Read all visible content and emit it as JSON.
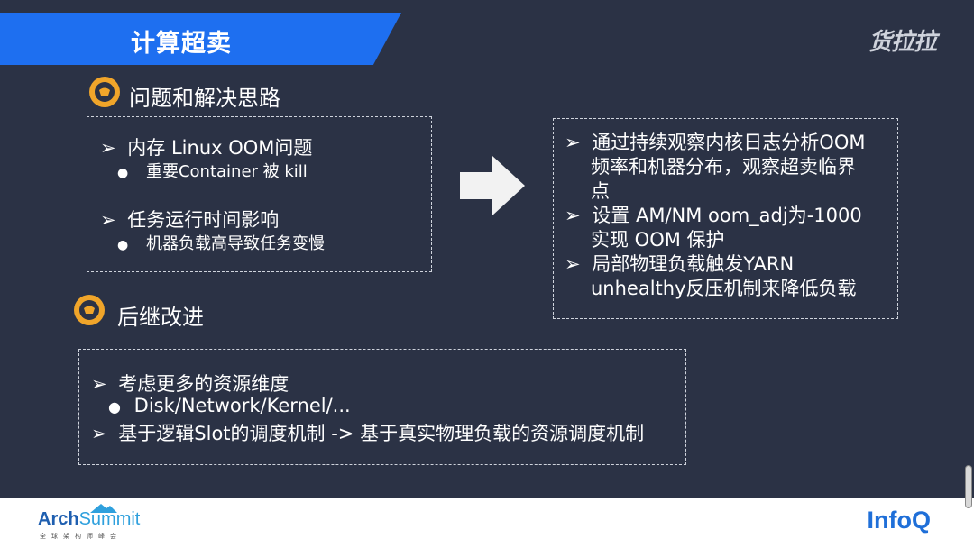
{
  "slide": {
    "title": "计算超卖",
    "top_logo": "货拉拉",
    "bullet": "➢",
    "dot": "●",
    "section1": {
      "title": "问题和解决思路",
      "left_box": [
        {
          "level": 1,
          "text": "内存 Linux OOM问题"
        },
        {
          "level": 2,
          "text": "重要Container 被 kill"
        },
        {
          "level": 1,
          "text": "任务运行时间影响"
        },
        {
          "level": 2,
          "text": "机器负载高导致任务变慢"
        }
      ],
      "right_box": [
        {
          "text": "通过持续观察内核日志分析OOM",
          "bullet": true
        },
        {
          "text": "频率和机器分布，观察超卖临界",
          "bullet": false
        },
        {
          "text": "点",
          "bullet": false
        },
        {
          "text": "设置 AM/NM oom_adj为-1000",
          "bullet": true
        },
        {
          "text": "实现 OOM 保护",
          "bullet": false
        },
        {
          "text": "局部物理负载触发YARN",
          "bullet": true
        },
        {
          "text": "unhealthy反压机制来降低负载",
          "bullet": false
        }
      ]
    },
    "section2": {
      "title": "后继改进",
      "box": [
        {
          "level": 1,
          "text": "考虑更多的资源维度"
        },
        {
          "level": 2,
          "text": "Disk/Network/Kernel/..."
        },
        {
          "level": 1,
          "text": "基于逻辑Slot的调度机制 -> 基于真实物理负载的资源调度机制"
        }
      ]
    }
  },
  "footer": {
    "arch": "Arch",
    "summit": "Summit",
    "arch_sub": "全球架构师峰会",
    "infoq": "InfoQ"
  },
  "colors": {
    "background": "#2b3245",
    "banner": "#1e6ff0",
    "icon": "#f0a52a"
  }
}
